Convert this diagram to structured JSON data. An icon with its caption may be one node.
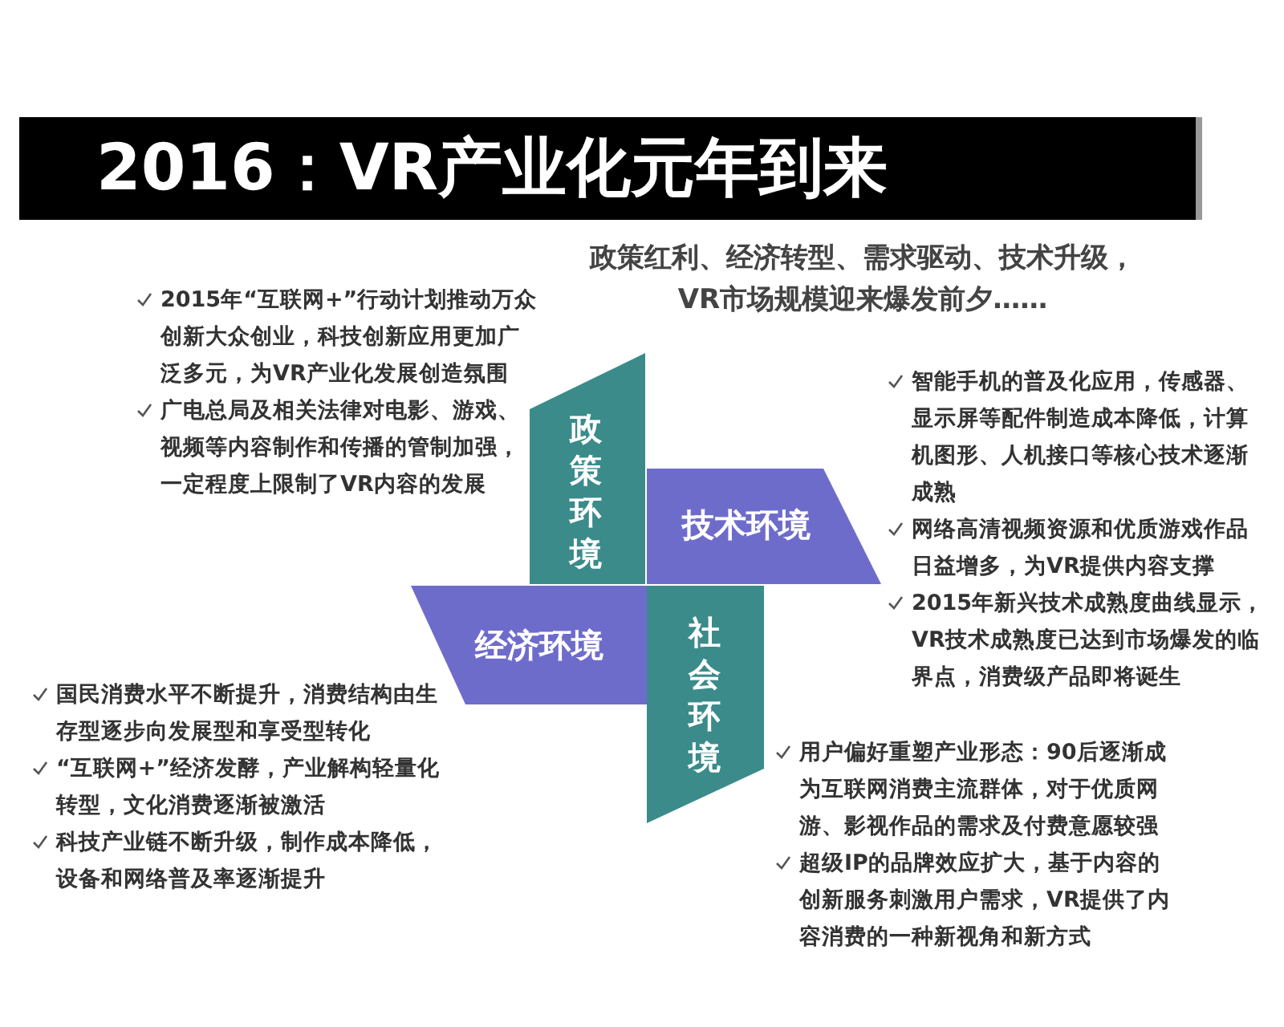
{
  "diagram": {
    "title": "2016：VR产业化元年到来",
    "nodes": [
      {
        "text": [
          "政策环境"
        ],
        "beside": [
          "2015年“互联网+”行动计划推动万众创新大众创业，科技创新应用更加广泛多元，为VR产业化发展创造氛围",
          "广电总局及相关法律对电影、游戏、视频等内容制作和传播的管制加强，一定程度上限制了VR内容的发展"
        ]
      },
      {
        "text": [
          "技术环境"
        ],
        "beside": [
          "智能手机的普及化应用，传感器、显示屏等配件制造成本降低，计算机图形、人机接口等核心技术逐渐成熟",
          "网络高清视频资源和优质游戏作品日益增多，为VR提供内容支撑",
          "2015年新兴技术成熟度曲线显示，VR技术成熟度已达到市场爆发的临界点，消费级产品即将诞生"
        ]
      },
      {
        "text": [
          "经济环境"
        ],
        "beside": [
          "国民消费水平不断提升，消费结构由生存型逐步向发展型和享受型转化",
          "“互联网+”经济发酵，产业解构轻量化转型，文化消费逐渐被激活",
          "科技产业链不断升级，制作成本降低，设备和网络普及率逐渐提升"
        ]
      },
      {
        "text": [
          "社会环境"
        ],
        "beside": [
          "用户偏好重塑产业形态：90后逐渐成为互联网消费主流群体，对于优质网游、影视作品的需求及付费意愿较强",
          "超级IP的品牌效应扩大，基于内容的创新服务刺激用户需求，VR提供了内容消费的一种新视角和新方式"
        ]
      }
    ],
    "labels": [
      "政策红利、经济转型、需求驱动、技术升级，VR市场规模迎来爆发前夕……"
    ]
  }
}
